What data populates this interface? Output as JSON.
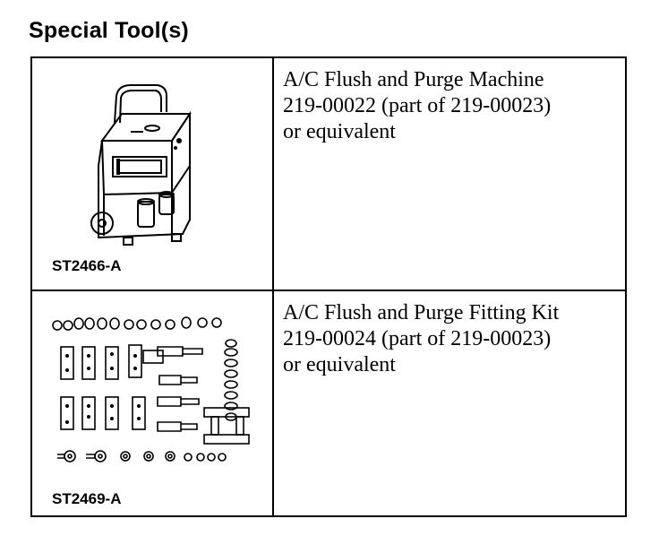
{
  "heading": "Special Tool(s)",
  "tools": [
    {
      "image_code": "ST2466-A",
      "image_icon": "flush-purge-machine-illustration",
      "description": [
        "A/C Flush and Purge Machine",
        "219-00022 (part of 219-00023)",
        "or equivalent"
      ]
    },
    {
      "image_code": "ST2469-A",
      "image_icon": "fitting-kit-illustration",
      "description": [
        "A/C Flush and Purge Fitting Kit",
        "219-00024 (part of 219-00023)",
        "or equivalent"
      ]
    }
  ]
}
